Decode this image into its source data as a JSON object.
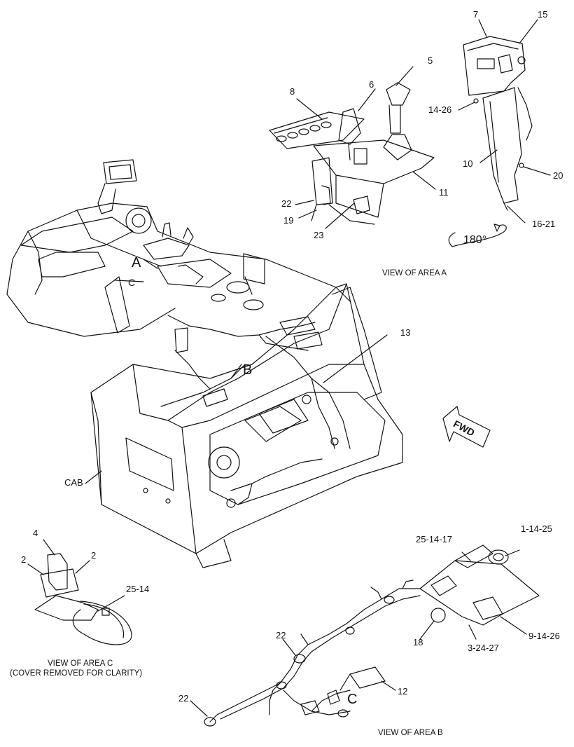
{
  "callouts": {
    "c7": "7",
    "c15": "15",
    "c5": "5",
    "c8": "8",
    "c6": "6",
    "c14_26": "14-26",
    "c10": "10",
    "c20": "20",
    "c22a": "22",
    "c11": "11",
    "c19": "19",
    "c23": "23",
    "c16_21": "16-21",
    "c13": "13",
    "c4": "4",
    "c2a": "2",
    "c2b": "2",
    "c25_14": "25-14",
    "c25_14_17": "25-14-17",
    "c1_14_25": "1-14-25",
    "c9_14_26": "9-14-26",
    "c18": "18",
    "c3_24_27": "3-24-27",
    "c22b": "22",
    "c22c": "22",
    "c12": "12",
    "cab": "CAB"
  },
  "area_letters": {
    "a": "A",
    "b": "B",
    "c_main": "C",
    "c_detail": "C"
  },
  "captions": {
    "view_a": "VIEW OF AREA A",
    "view_b": "VIEW OF AREA B",
    "view_c_line1": "VIEW OF AREA C",
    "view_c_line2": "(COVER REMOVED FOR CLARITY)"
  },
  "rotation_label": "180°",
  "direction_label": "FWD",
  "colors": {
    "line": "#111111",
    "background": "#ffffff"
  }
}
